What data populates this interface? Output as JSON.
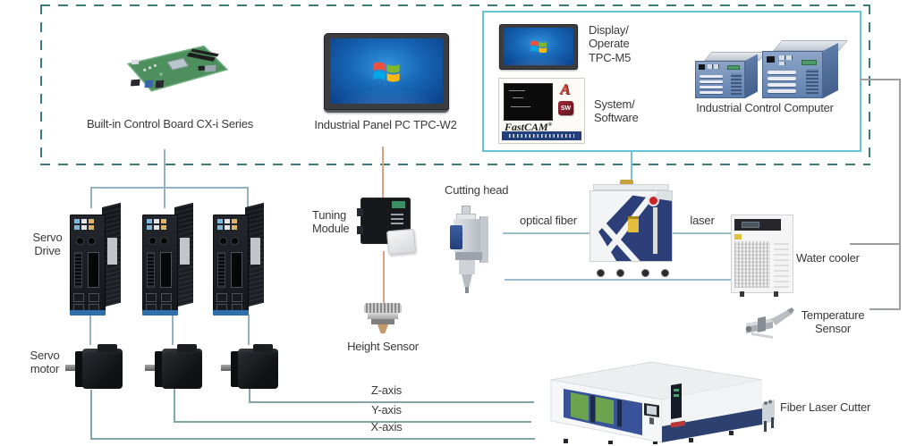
{
  "colors": {
    "outer_dashed": "#3d7a7a",
    "inner_border": "#65c3d6",
    "line_tree": "#94b3c2",
    "line_axis": "#82a5a8",
    "line_tan": "#d8a285",
    "line_blue": "#9dbccb",
    "line_drop": "#78c3d6",
    "line_gray": "#9c9fa0",
    "label_color": "#3a3a3a"
  },
  "labels": {
    "control_board": "Built-in Control Board CX-i Series",
    "panel_pc": "Industrial Panel PC TPC-W2",
    "display_operate": "Display/\nOperate\nTPC-M5",
    "system_software": "System/\nSoftware",
    "industrial_control_computer": "Industrial Control Computer",
    "servo_drive": "Servo\nDrive",
    "servo_motor": "Servo\nmotor",
    "tuning_module": "Tuning\nModule",
    "height_sensor": "Height Sensor",
    "cutting_head": "Cutting head",
    "optical_fiber": "optical fiber",
    "laser": "laser",
    "water_cooler": "Water cooler",
    "temperature_sensor": "Temperature\nSensor",
    "fiber_laser_cutter": "Fiber Laser Cutter",
    "z_axis": "Z-axis",
    "y_axis": "Y-axis",
    "x_axis": "X-axis"
  },
  "software_card": {
    "brand": "FastCAM",
    "registered": "®",
    "autocad_letter": "A",
    "solidworks_letters": "SW"
  }
}
